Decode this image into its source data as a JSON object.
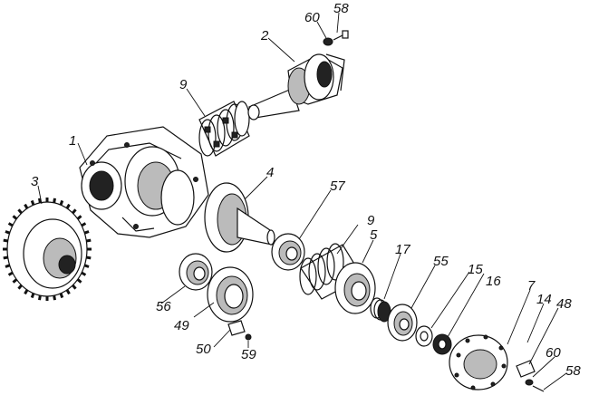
{
  "diagram": {
    "labels": {
      "l1": "1",
      "l2": "2",
      "l3": "3",
      "l4": "4",
      "l5": "5",
      "l7": "7",
      "l9a": "9",
      "l9b": "9",
      "l14": "14",
      "l15": "15",
      "l16": "16",
      "l17": "17",
      "l48": "48",
      "l49": "49",
      "l50": "50",
      "l55": "55",
      "l56": "56",
      "l57": "57",
      "l58a": "58",
      "l58b": "58",
      "l59": "59",
      "l60a": "60",
      "l60b": "60"
    }
  }
}
